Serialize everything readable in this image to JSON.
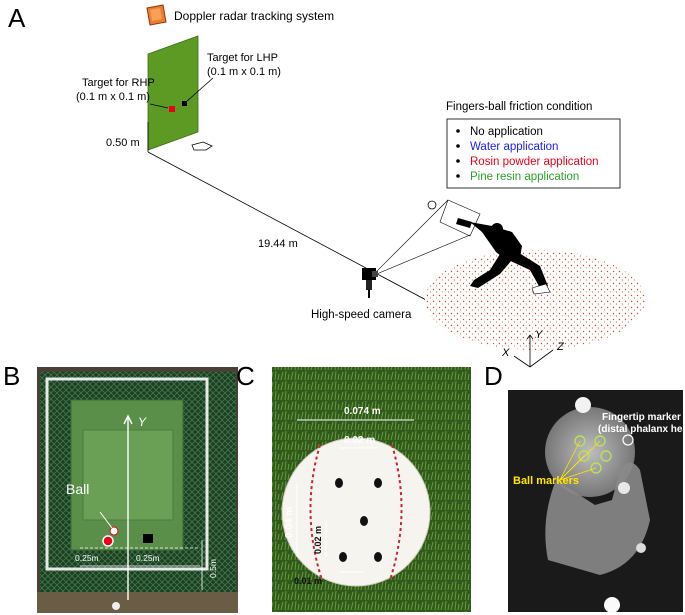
{
  "panel_a": {
    "letter": "A",
    "doppler_label": "Doppler radar tracking system",
    "target_lhp_line1": "Target for LHP",
    "target_lhp_line2": "(0.1 m x 0.1 m)",
    "target_rhp_line1": "Target for RHP",
    "target_rhp_line2": "(0.1 m x 0.1 m)",
    "height_label": "0.50 m",
    "distance_label": "19.44 m",
    "camera_label": "High-speed camera",
    "axis_y": "Y",
    "axis_x": "X",
    "axis_z": "Z",
    "legend": {
      "title": "Fingers-ball friction condition",
      "items": [
        {
          "label": "No application",
          "color": "#000000"
        },
        {
          "label": "Water application",
          "color": "#1a1aff"
        },
        {
          "label": "Rosin powder application",
          "color": "#e8001c"
        },
        {
          "label": "Pine resin application",
          "color": "#2ca02c"
        }
      ]
    }
  },
  "panel_b": {
    "letter": "B",
    "axis_y": "Y",
    "ball_label": "Ball",
    "left_offset": "0.25m",
    "right_offset": "0.25m",
    "height": "0.5m"
  },
  "panel_c": {
    "letter": "C",
    "width_label": "0.074 m",
    "seam_spacing": "0.02 m",
    "height_label": "0.04 m",
    "inner_height": "0.02 m",
    "small_gap": "0.01 m"
  },
  "panel_d": {
    "letter": "D",
    "fingertip_line1": "Fingertip marker",
    "fingertip_line2": "(distal phalanx head)",
    "ball_markers": "Ball markers"
  },
  "colors": {
    "target_green": "#5c9a23",
    "dirt_dots": "#d9472b",
    "label_yellow": "#ffe600",
    "marker_green": "#b8e05a"
  }
}
